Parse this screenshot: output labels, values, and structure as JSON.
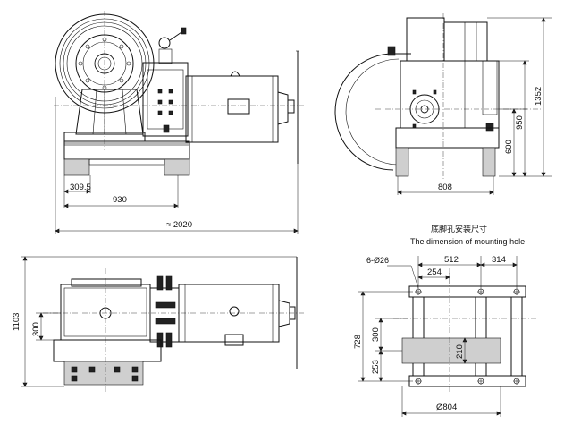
{
  "dimensions": {
    "front_base_offset": "309.5",
    "front_base_length": "930",
    "front_overall_length": "≈ 2020",
    "side_base_width": "808",
    "side_shaft_height": "600",
    "side_center_height": "950",
    "side_total_height": "1352",
    "top_depth": "1103",
    "top_offset": "300",
    "hole_pitch_a": "512",
    "hole_pitch_b": "314",
    "hole_pitch_c": "254",
    "hole_count_label": "6-Ø26",
    "hole_v_728": "728",
    "hole_v_300": "300",
    "hole_v_253": "253",
    "hole_v_210": "210",
    "hole_base_width": "Ø804"
  },
  "mounting_title_cn": "底脚孔安装尺寸",
  "mounting_title_en": "The dimension of mounting hole"
}
